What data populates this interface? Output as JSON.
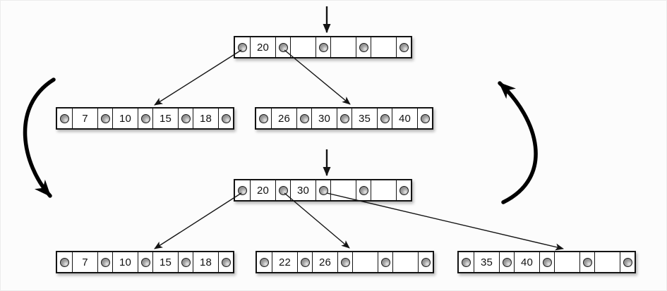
{
  "nodes": {
    "top_root": {
      "keys": [
        "20",
        "",
        "",
        ""
      ]
    },
    "top_leaf_left": {
      "keys": [
        "7",
        "10",
        "15",
        "18"
      ]
    },
    "top_leaf_right": {
      "keys": [
        "26",
        "30",
        "35",
        "40"
      ]
    },
    "bottom_root": {
      "keys": [
        "20",
        "30",
        "",
        ""
      ]
    },
    "bottom_leaf_left": {
      "keys": [
        "7",
        "10",
        "15",
        "18"
      ]
    },
    "bottom_leaf_mid": {
      "keys": [
        "22",
        "26",
        "",
        ""
      ]
    },
    "bottom_leaf_right": {
      "keys": [
        "35",
        "40",
        "",
        ""
      ]
    }
  },
  "icons": {
    "pointer_slot": "filled-circle",
    "insert_marker": "down-arrow",
    "cycle_left": "thick-curved-arrow-down",
    "cycle_right": "thick-curved-arrow-up"
  },
  "colors": {
    "background": "#fcfcfc",
    "node_fill": "#ffffff",
    "stroke": "#141414",
    "pointer_dot": "#8f8f8f"
  }
}
